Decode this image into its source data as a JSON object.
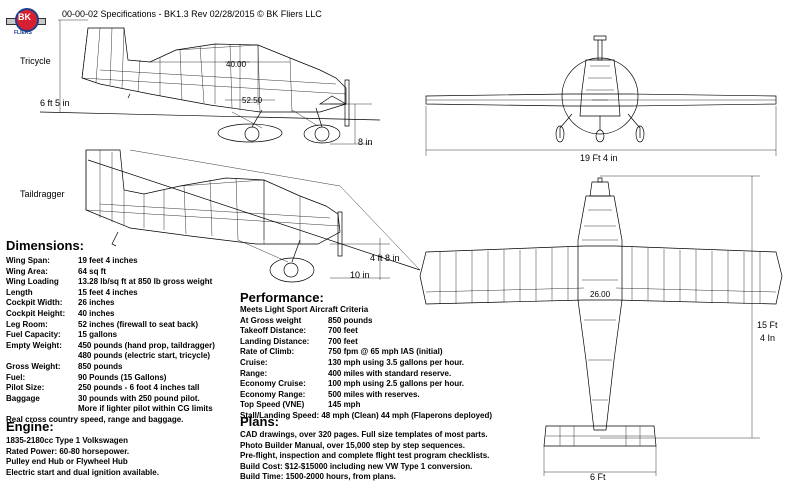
{
  "header": {
    "logo_text": "BK",
    "logo_subtext": "FLIERS",
    "title": "00-00-02 Specifications - BK1.3 Rev 02/28/2015 © BK Fliers LLC"
  },
  "drawings": {
    "tricycle_label": "Tricycle",
    "taildragger_label": "Taildragger",
    "dim_40": "40.00",
    "dim_52": "52.50",
    "height_tricycle": "6 ft 5 in",
    "clearance_tricycle": "8 in",
    "height_taildragger": "4 ft 8 in",
    "clearance_taildragger": "10 in",
    "front_span": "19 Ft 4 in",
    "top_chord": "26.00",
    "top_length_1": "15 Ft",
    "top_length_2": "4 In",
    "tail_span": "6 Ft"
  },
  "dimensions": {
    "heading": "Dimensions:",
    "rows": [
      {
        "k": "Wing Span:",
        "v": "19 feet 4 inches"
      },
      {
        "k": "Wing Area:",
        "v": "64 sq ft"
      },
      {
        "k": "Wing Loading",
        "v": "13.28 lb/sq ft at 850 lb gross weight"
      },
      {
        "k": "Length",
        "v": "15 feet 4 inches"
      },
      {
        "k": "Cockpit Width:",
        "v": "26 inches"
      },
      {
        "k": "Cockpit Height:",
        "v": "40 inches"
      },
      {
        "k": "Leg Room:",
        "v": "52 inches (firewall to seat back)"
      },
      {
        "k": "Fuel Capacity:",
        "v": "15 gallons"
      },
      {
        "k": "Empty Weight:",
        "v": "450 pounds (hand prop, taildragger)"
      },
      {
        "k": "",
        "v": "480 pounds (electric start, tricycle)"
      },
      {
        "k": "Gross Weight:",
        "v": "850 pounds"
      },
      {
        "k": "Fuel:",
        "v": "90 Pounds (15 Gallons)"
      },
      {
        "k": "Pilot Size:",
        "v": "250 pounds - 6 foot 4 inches tall"
      },
      {
        "k": "Baggage",
        "v": "30 pounds with 250 pound pilot."
      },
      {
        "k": "",
        "v": "More if lighter pilot within CG limits"
      }
    ],
    "note": "Real cross country speed, range and baggage."
  },
  "engine": {
    "heading": "Engine:",
    "lines": [
      "1835-2180cc Type 1 Volkswagen",
      "Rated Power: 60-80 horsepower.",
      "Pulley end Hub or Flywheel Hub",
      "Electric start and dual ignition available."
    ]
  },
  "performance": {
    "heading": "Performance:",
    "subheading": "Meets Light Sport Aircraft Criteria",
    "rows": [
      {
        "k": "At Gross weight",
        "v": "850 pounds"
      },
      {
        "k": "Takeoff Distance:",
        "v": "700 feet"
      },
      {
        "k": "Landing Distance:",
        "v": "700 feet"
      },
      {
        "k": "Rate of Climb:",
        "v": "750 fpm @ 65 mph IAS (initial)"
      },
      {
        "k": "Cruise:",
        "v": "130 mph using 3.5 gallons per hour."
      },
      {
        "k": "Range:",
        "v": "400 miles with standard reserve."
      },
      {
        "k": "Economy Cruise:",
        "v": "100 mph using 2.5 gallons per hour."
      },
      {
        "k": "Economy Range:",
        "v": "500 miles with reserves."
      },
      {
        "k": "Top Speed (VNE)",
        "v": "145 mph"
      }
    ],
    "stall": "Stall/Landing Speed: 48 mph (Clean) 44 mph (Flaperons deployed)"
  },
  "plans": {
    "heading": "Plans:",
    "lines": [
      "CAD drawings, over 320 pages. Full size templates of most parts.",
      "Photo Builder Manual, over 15,000 step by step sequences.",
      "Pre-flight, inspection and complete flight test program checklists.",
      "Build Cost: $12-$15000 including new VW Type 1 conversion.",
      "Build Time: 1500-2000 hours, from plans."
    ]
  }
}
